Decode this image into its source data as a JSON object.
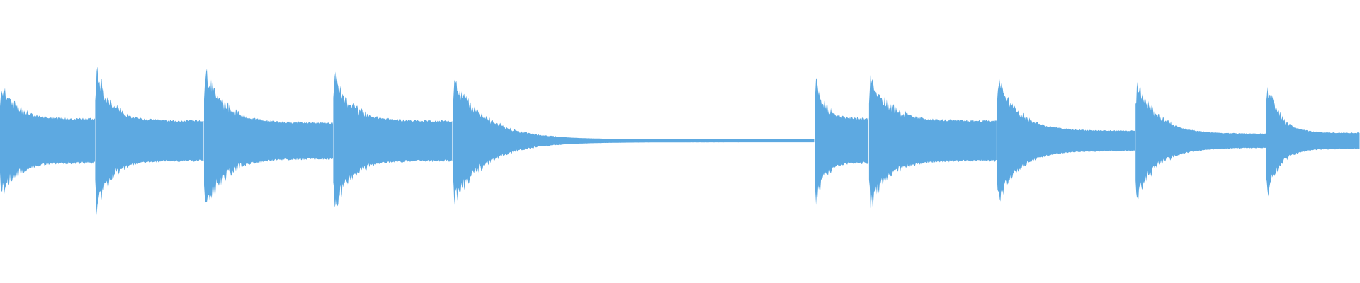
{
  "waveform": {
    "color": "#5DA9E1",
    "amplitude_range": [
      -1,
      1
    ],
    "duration_range": [
      0,
      1
    ],
    "segments": [
      {
        "start": 0.0,
        "end": 0.07,
        "peak": 0.55,
        "floor": 0.22,
        "decay": 2.0
      },
      {
        "start": 0.07,
        "end": 0.15,
        "peak": 0.75,
        "floor": 0.2,
        "decay": 2.6
      },
      {
        "start": 0.15,
        "end": 0.245,
        "peak": 0.7,
        "floor": 0.18,
        "decay": 2.2
      },
      {
        "start": 0.245,
        "end": 0.333,
        "peak": 0.68,
        "floor": 0.2,
        "decay": 2.4
      },
      {
        "start": 0.333,
        "end": 0.599,
        "peak": 0.6,
        "floor": 0.015,
        "decay": 3.6
      },
      {
        "start": 0.599,
        "end": 0.639,
        "peak": 0.66,
        "floor": 0.22,
        "decay": 2.0
      },
      {
        "start": 0.639,
        "end": 0.733,
        "peak": 0.66,
        "floor": 0.2,
        "decay": 2.3
      },
      {
        "start": 0.733,
        "end": 0.835,
        "peak": 0.62,
        "floor": 0.1,
        "decay": 2.2
      },
      {
        "start": 0.835,
        "end": 0.931,
        "peak": 0.58,
        "floor": 0.07,
        "decay": 2.0
      },
      {
        "start": 0.931,
        "end": 1.0,
        "peak": 0.58,
        "floor": 0.08,
        "decay": 2.4
      }
    ]
  }
}
